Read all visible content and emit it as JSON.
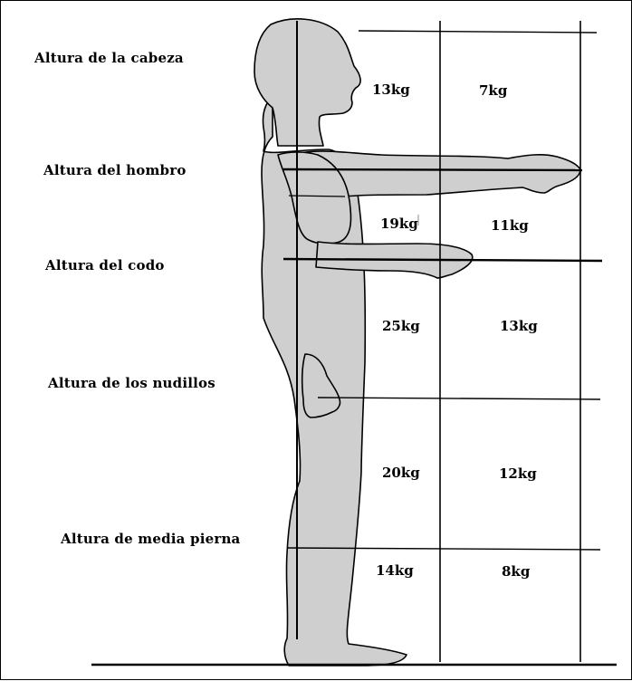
{
  "zones": [
    {
      "label": "Altura de la cabeza",
      "weight_near": "13kg",
      "weight_far": "7kg"
    },
    {
      "label": "Altura del hombro",
      "weight_near": "19kg",
      "weight_far": "11kg"
    },
    {
      "label": "Altura del codo",
      "weight_near": "25kg",
      "weight_far": "13kg"
    },
    {
      "label": "Altura de los nudillos",
      "weight_near": "20kg",
      "weight_far": "12kg"
    },
    {
      "label": "Altura de media pierna",
      "weight_near": "14kg",
      "weight_far": "8kg"
    }
  ]
}
